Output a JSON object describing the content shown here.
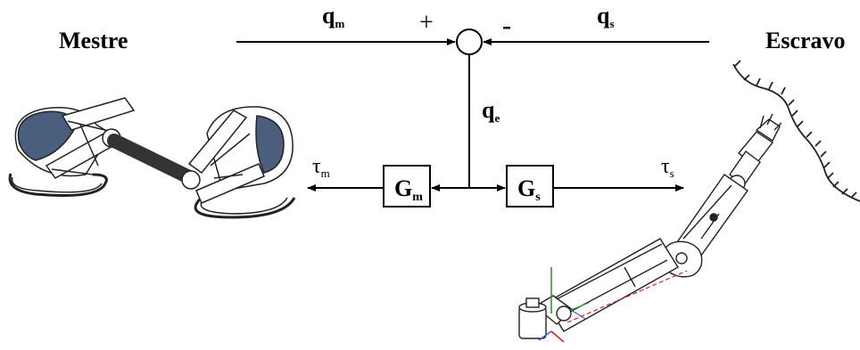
{
  "labels": {
    "master": "Mestre",
    "slave": "Escravo",
    "qm_main": "q",
    "qm_sub": "m",
    "qs_main": "q",
    "qs_sub": "s",
    "qe_main": "q",
    "qe_sub": "e",
    "plus": "+",
    "minus": "-",
    "tau_m_main": "τ",
    "tau_m_sub": "m",
    "tau_s_main": "τ",
    "tau_s_sub": "s",
    "gm_main": "G",
    "gm_sub": "m",
    "gs_main": "G",
    "gs_sub": "s"
  },
  "colors": {
    "line": "#000000",
    "haptic_cap": "#4a5f7e",
    "arm_outline": "#222222",
    "frame_y": "#2e9e2e",
    "frame_x": "#d62020",
    "frame_z": "#3a5bd6",
    "trajectory": "#d62020"
  }
}
